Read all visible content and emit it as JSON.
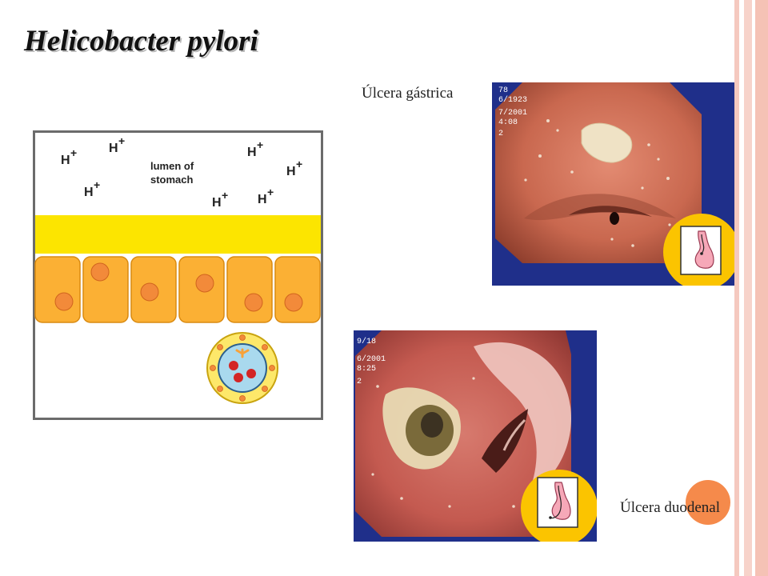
{
  "slide": {
    "title": "Helicobacter pylori",
    "captions": {
      "gastric": "Úlcera gástrica",
      "duodenal": "Úlcera duodenal"
    }
  },
  "diagram": {
    "lumen_label_line1": "lumen of",
    "lumen_label_line2": "stomach",
    "proton_symbol": "H"
  },
  "gastric_photo": {
    "overlay_lines": [
      "78",
      "6/1923",
      "7/2001",
      "4:08",
      "2"
    ]
  },
  "duodenal_photo": {
    "overlay_lines": [
      "9/18",
      "6/2001",
      "8:25",
      "2"
    ]
  },
  "colors": {
    "accent_orange": "#f58a4b",
    "border_pink": "#f5c9bf",
    "endoscope_blue": "#1f2f8a",
    "mucus_yellow": "#fce500",
    "cell_orange": "#fbb034"
  }
}
